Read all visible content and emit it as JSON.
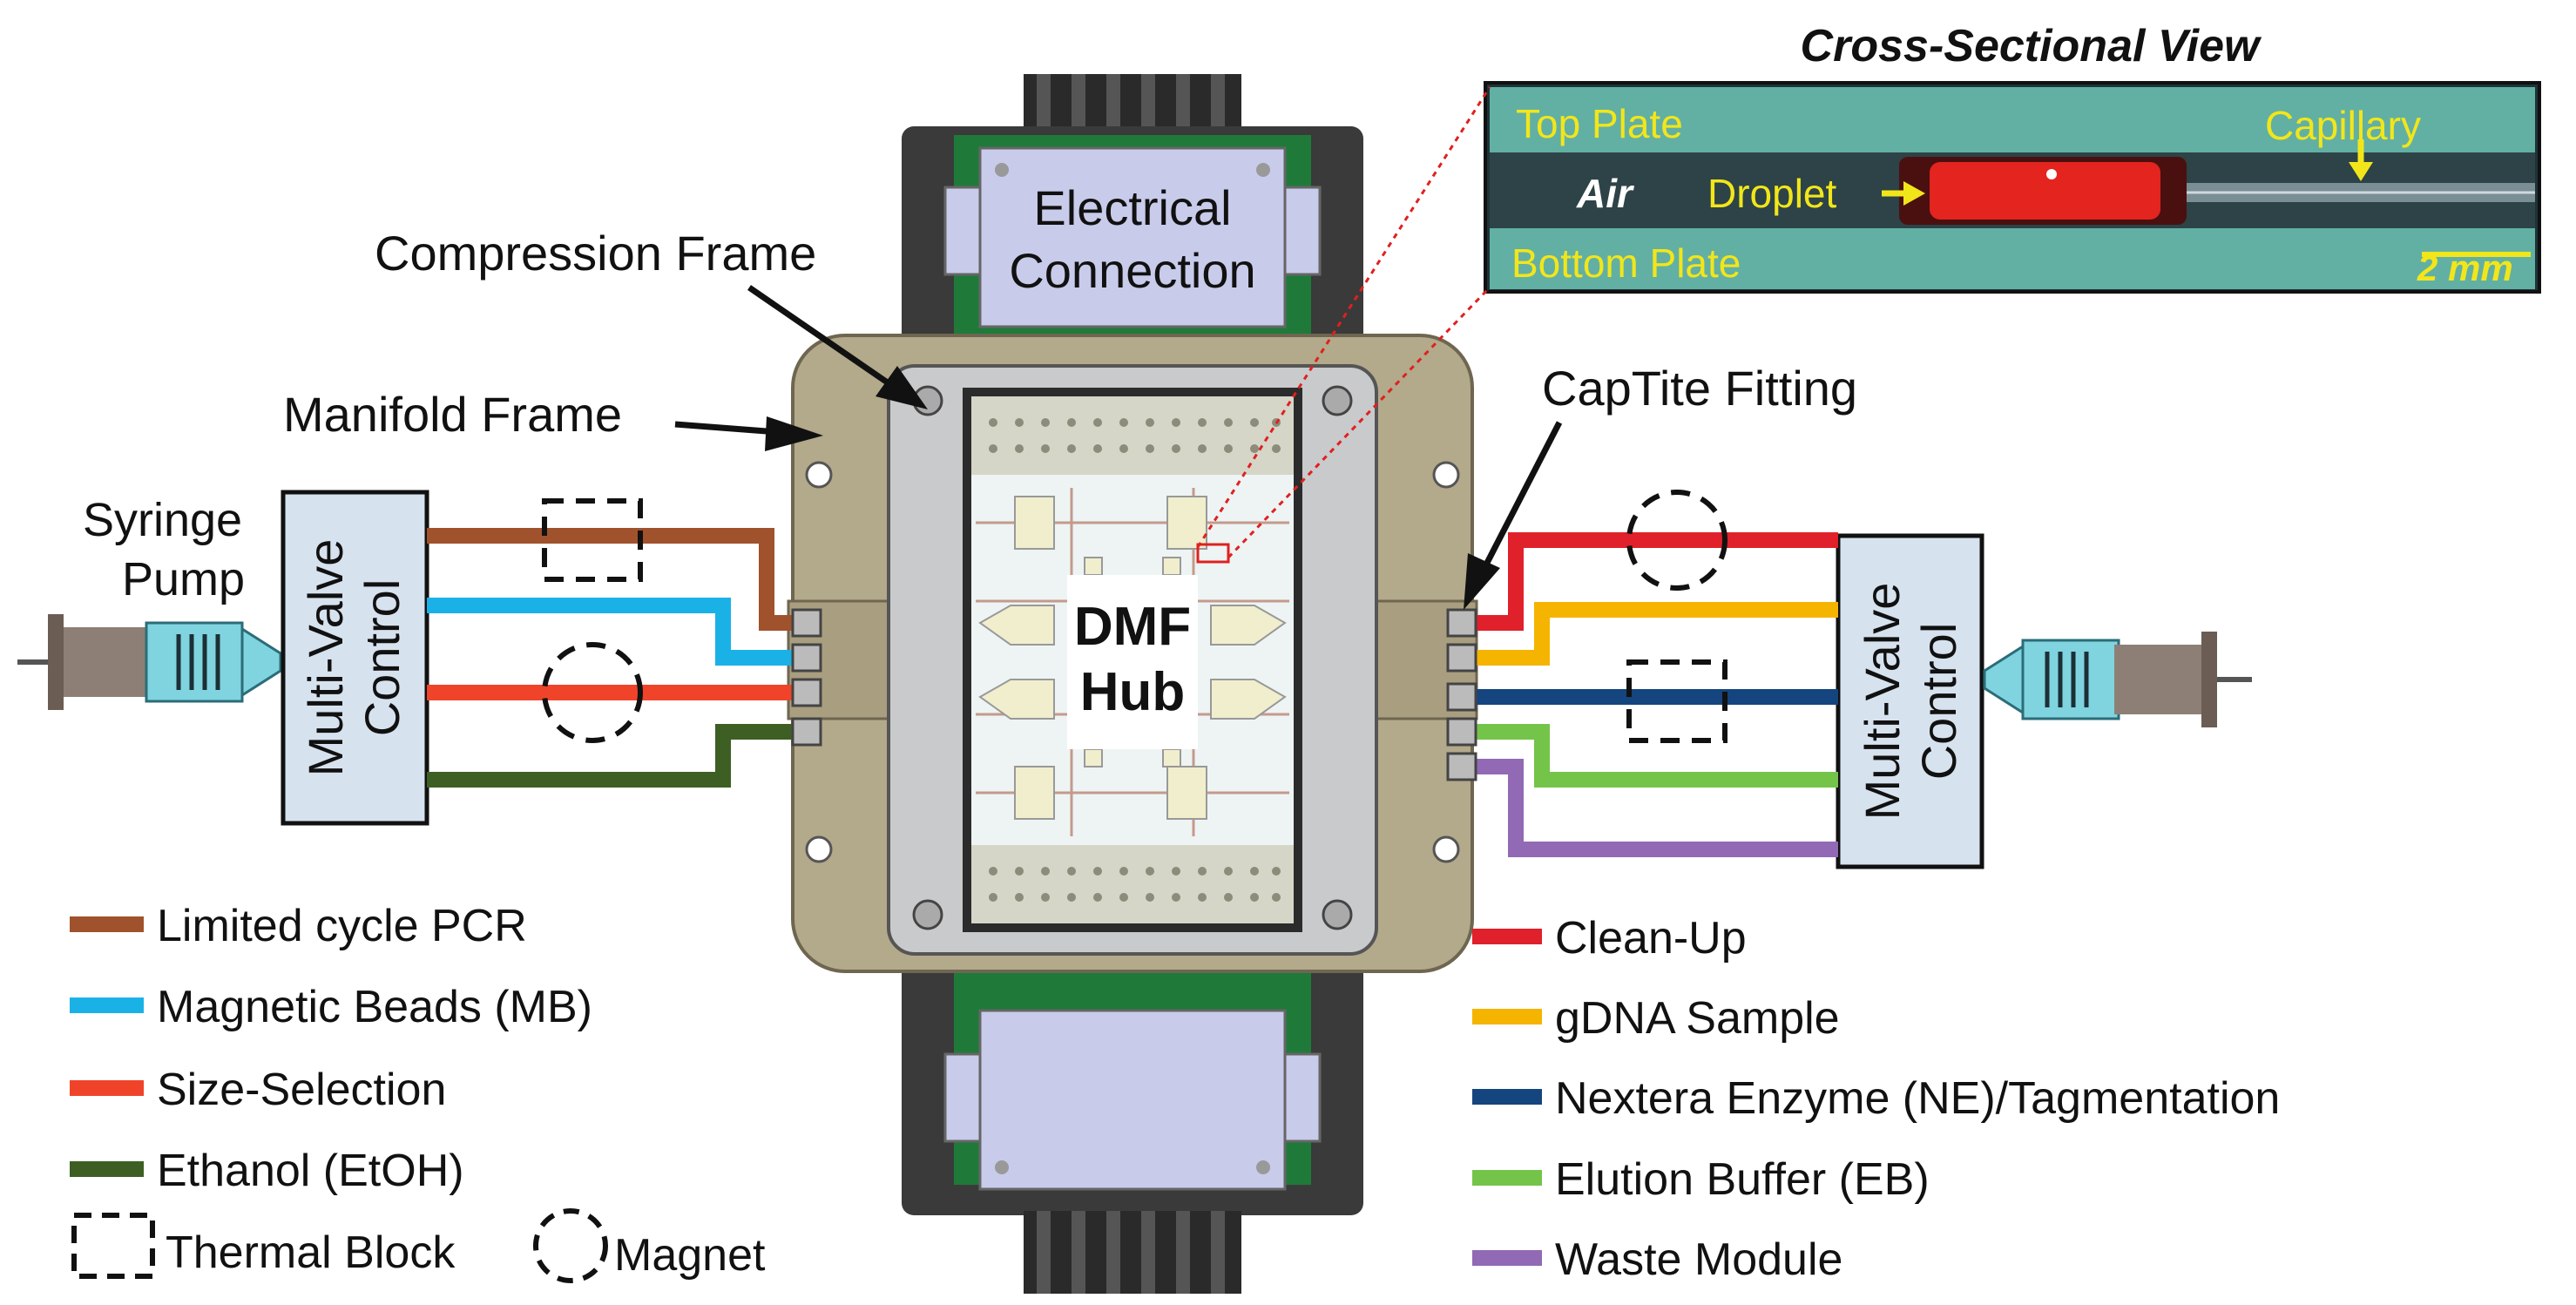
{
  "labels": {
    "compression_frame": "Compression Frame",
    "manifold_frame": "Manifold Frame",
    "electrical_connection_line1": "Electrical",
    "electrical_connection_line2": "Connection",
    "captite_fitting": "CapTite Fitting",
    "syringe_pump_line1": "Syringe",
    "syringe_pump_line2": "Pump",
    "multi_valve_left_line1": "Multi-Valve",
    "multi_valve_left_line2": "Control",
    "multi_valve_right_line1": "Multi-Valve",
    "multi_valve_right_line2": "Control",
    "hub_line1": "DMF",
    "hub_line2": "Hub"
  },
  "cross_section": {
    "title": "Cross-Sectional View",
    "top_plate": "Top Plate",
    "bottom_plate": "Bottom Plate",
    "air": "Air",
    "droplet": "Droplet",
    "capillary": "Capillary",
    "scale": "2 mm"
  },
  "legend_left": [
    {
      "label": "Limited cycle PCR",
      "color": "#a0522d"
    },
    {
      "label": "Magnetic Beads (MB)",
      "color": "#1ab2e6"
    },
    {
      "label": "Size-Selection",
      "color": "#f0442a"
    },
    {
      "label": "Ethanol (EtOH)",
      "color": "#3d5f24"
    }
  ],
  "legend_left_symbols": {
    "thermal_block": "Thermal Block",
    "magnet": "Magnet"
  },
  "legend_right": [
    {
      "label": "Clean-Up",
      "color": "#e0202a"
    },
    {
      "label": "gDNA Sample",
      "color": "#f5b400"
    },
    {
      "label": "Nextera Enzyme (NE)/Tagmentation",
      "color": "#15457f"
    },
    {
      "label": "Elution Buffer (EB)",
      "color": "#74c44a"
    },
    {
      "label": "Waste Module",
      "color": "#9169b5"
    }
  ]
}
